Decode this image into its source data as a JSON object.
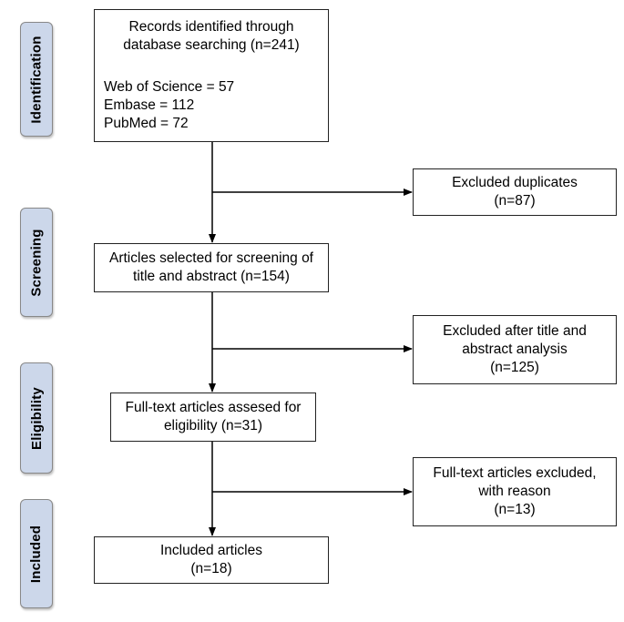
{
  "stages": {
    "identification": "Identification",
    "screening": "Screening",
    "eligibility": "Eligibility",
    "included": "Included"
  },
  "boxes": {
    "records": {
      "lines": [
        "Records identified through",
        "database searching (n=241)"
      ],
      "sources": [
        "Web of Science = 57",
        "Embase = 112",
        "PubMed = 72"
      ]
    },
    "excluded_duplicates": {
      "lines": [
        "Excluded duplicates",
        "(n=87)"
      ]
    },
    "screening": {
      "lines": [
        "Articles selected for screening of",
        "title and abstract (n=154)"
      ]
    },
    "excluded_title_abstract": {
      "lines": [
        "Excluded after title and",
        "abstract analysis",
        "(n=125)"
      ]
    },
    "fulltext": {
      "lines": [
        "Full-text articles assesed for",
        "eligibility (n=31)"
      ]
    },
    "fulltext_excluded": {
      "lines": [
        "Full-text articles excluded,",
        "with reason",
        "(n=13)"
      ]
    },
    "included": {
      "lines": [
        "Included articles",
        "(n=18)"
      ]
    }
  }
}
